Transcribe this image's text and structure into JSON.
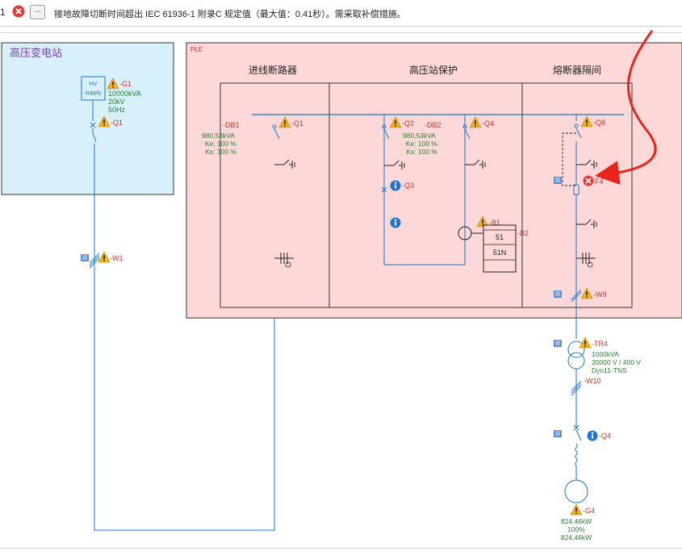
{
  "error_bar": {
    "index": "1",
    "more_button": "...",
    "message": "接地故障切断时间超出 IEC 61936-1 附录C 规定值（最大值：0.41秒）。需采取补偿措施。"
  },
  "hv_station": {
    "title": "高压变电站",
    "supply_label_1": "HV",
    "supply_label_2": "supply",
    "g1": {
      "tag": "-G1",
      "power": "10000kVA",
      "voltage": "20kV",
      "freq": "50Hz"
    },
    "q1_tag": "-Q1",
    "w1_tag": "-W1"
  },
  "ple": {
    "label": "PLE",
    "col1_title": "进线断路器",
    "col2_title": "高压站保护",
    "col3_title": "熔断器隔间",
    "db1": {
      "tag": "-DB1",
      "power": "980,53kVA",
      "ke": "Ke: 100 %",
      "ks": "Ks: 100 %"
    },
    "db2": {
      "tag": "-DB2",
      "power": "980,53kVA",
      "ke": "Ke: 100 %",
      "ks": "Ks: 100 %"
    },
    "q1_tag": "-Q1",
    "q2_tag": "-Q2",
    "q3_tag": "-Q3",
    "q4_tag": "-Q4",
    "q8_tag": "-Q8",
    "f4_tag": "F4",
    "b1_tag": "-B1",
    "b2_tag": "-B2",
    "relay_1": "51",
    "relay_2": "51N",
    "w9_tag": "-W9"
  },
  "transformer": {
    "tag": "-TR4",
    "power": "1000kVA",
    "voltage": "20000 V / 400 V",
    "vector": "Dyn11-TNS",
    "w10_tag": "-W10"
  },
  "lv": {
    "q4_tag": "-Q4"
  },
  "generator": {
    "tag": "-G4",
    "power": "824,46kW",
    "percent": "100%",
    "power2": "824,46kW"
  },
  "colors": {
    "hv_fill": "#d7f0fc",
    "ple_fill": "#fcd8d8",
    "wire": "#1b76c9",
    "label_red": "#c0392b",
    "label_green": "#2e7d32",
    "warning": "#f2b01e",
    "error": "#e53935",
    "info": "#1e73d6",
    "arrow": "#e8261c"
  }
}
